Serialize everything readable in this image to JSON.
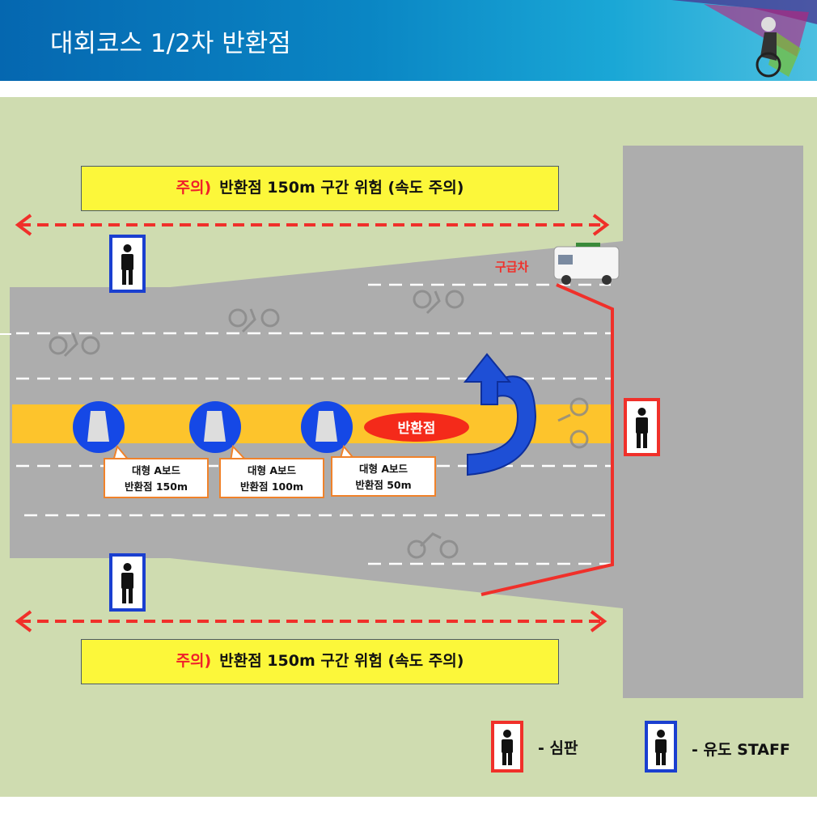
{
  "header": {
    "title": "대회코스 1/2차 반환점"
  },
  "warning": {
    "prefix": "주의)",
    "text": "반환점 150m 구간 위험 (속도 주의)"
  },
  "turnaround_label": "반환점",
  "ambulance_label": "구급차",
  "boards": [
    {
      "line1": "대형 A보드",
      "line2": "반환점 150m"
    },
    {
      "line1": "대형 A보드",
      "line2": "반환점 100m"
    },
    {
      "line1": "대형 A보드",
      "line2": "반환점 50m"
    }
  ],
  "legend": {
    "judge": "- 심판",
    "staff": "- 유도 STAFF"
  },
  "colors": {
    "judge": "#f0302a",
    "staff": "#1a3fd0",
    "road": "#adadad",
    "band": "#fdc42c",
    "grass": "#cfdcb0"
  }
}
